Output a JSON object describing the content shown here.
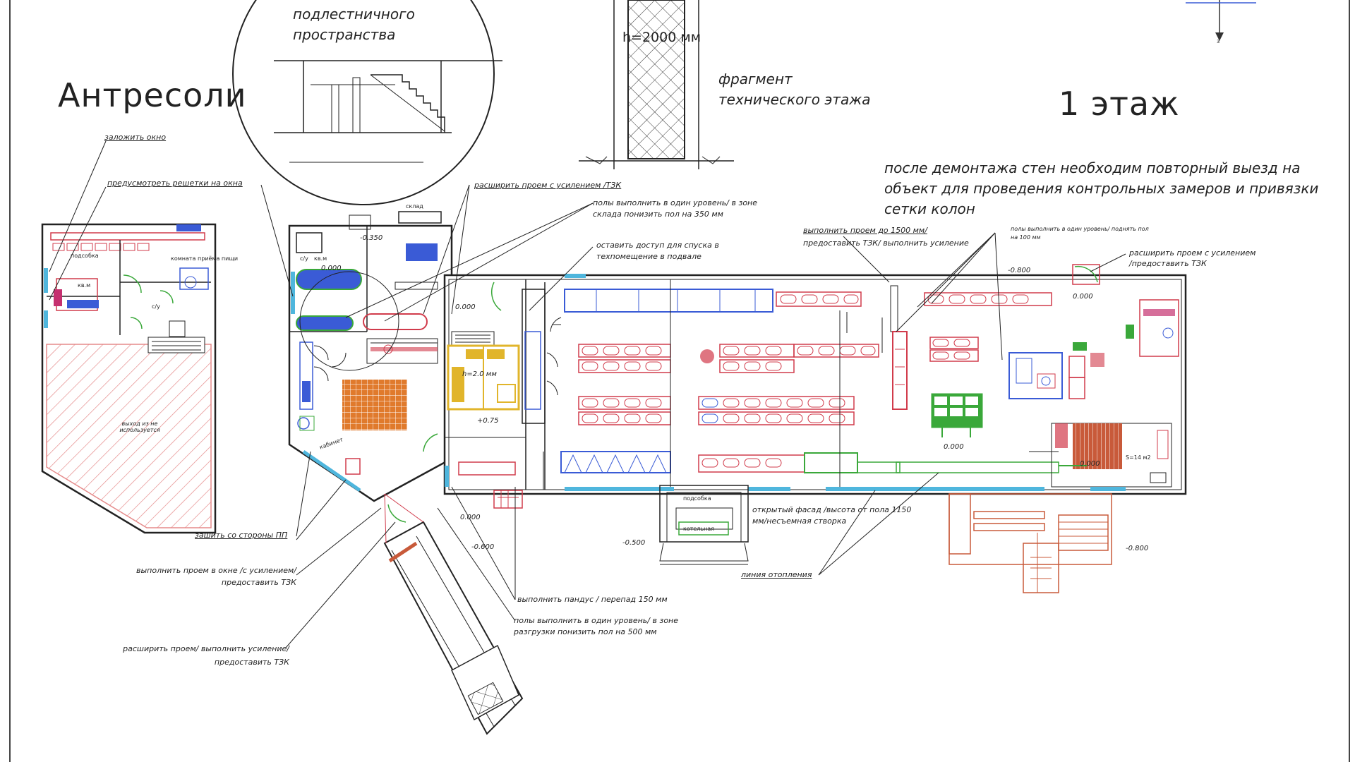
{
  "titles": {
    "mezzanine": "Антресоли",
    "floor": "1 этаж"
  },
  "fragments": {
    "stair_space_line1": "подлестничного",
    "stair_space_line2": "пространства",
    "tech_floor_line1": "фрагмент",
    "tech_floor_line2": "технического этажа",
    "height": "h=2000 мм"
  },
  "main_note": "после демонтажа стен необходим повторный выезд на объект для проведения контрольных замеров и привязки сетки колон",
  "notes": {
    "n1": "заложить окно",
    "n2": "предусмотреть решетки на окна",
    "n3": "расширить проем с усилением /ТЗК",
    "n4": "полы выполнить в один уровень/ в зоне",
    "n4b": "склада понизить пол на 350 мм",
    "n5": "оставить доступ для спуска в",
    "n5b": "техпомещение в подвале",
    "n6": "выполнить проем до 1500 мм/",
    "n6b": "предоставить ТЗК/ выполнить усиление",
    "n7": "полы выполнить в один уровень/ поднять пол",
    "n7b": "на 100 мм",
    "n8": "расширить проем с усилением",
    "n8b": "/предоставить ТЗК",
    "n9": "зашить со стороны ПП",
    "n10": "выполнить проем в окне /с усилением/",
    "n10b": "предоставить ТЗК",
    "n11": "расширить проем/ выполнить усиление/",
    "n11b": "предоставить ТЗК",
    "n12": "выполнить пандус / перепад 150 мм",
    "n13": "полы выполнить в один уровень/ в зоне",
    "n13b": "разгрузки понизить пол на 500 мм",
    "n14": "открытый фасад /высота от пола 1150",
    "n14b": "мм/несъемная створка",
    "n15": "линия отопления"
  },
  "levels": {
    "l1": "-0.350",
    "l2": "0.000",
    "l3": "+0.75",
    "l4": "0.000",
    "l5": "-0.600",
    "l6": "-0.500",
    "l7": "-0.800",
    "l8": "-0.800",
    "l9": "0.000",
    "l10": "0.000",
    "l11": "h=2.0 мм",
    "l12": "0.000",
    "l13": "0.000"
  },
  "room_labels": {
    "r1": "подсобка",
    "r2": "комната приёма пищи",
    "r3": "с/у",
    "r4": "кв.м",
    "r5": "выход из не используется",
    "r6": "с/у",
    "r7": "кв.м",
    "r8": "кабинет",
    "r9": "S=14 м2",
    "r10": "подсобка",
    "r11": "котельная",
    "r12": "склад",
    "north": "з"
  },
  "colors": {
    "line": "#2a2a2a",
    "red": "#d13b4b",
    "hatch_red": "#e58a8a",
    "blue": "#3a5bd6",
    "orange": "#e07a2c",
    "green": "#3aa83a",
    "yellow": "#e1b52b",
    "cyan": "#4fb6dd",
    "magenta": "#c5306f",
    "brown": "#b5651d"
  }
}
